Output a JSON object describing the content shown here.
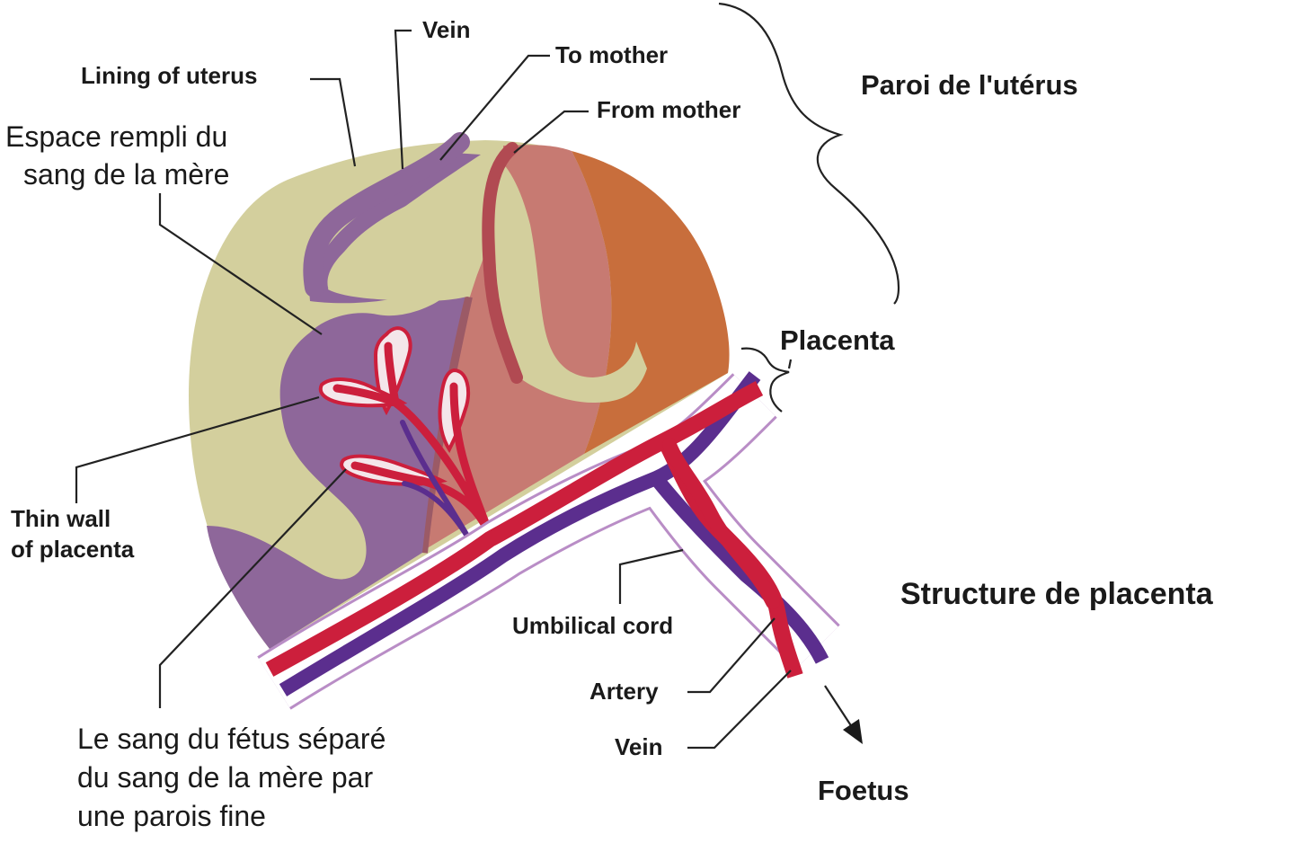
{
  "labels": {
    "vein_top": "Vein",
    "to_mother": "To mother",
    "lining": "Lining of uterus",
    "from_mother": "From mother",
    "paroi": "Paroi de l'utérus",
    "espace_line1": "Espace rempli du",
    "espace_line2": "sang de la mère",
    "placenta": "Placenta",
    "thin_wall_line1": "Thin wall",
    "thin_wall_line2": "of placenta",
    "structure": "Structure de placenta",
    "umbilical": "Umbilical cord",
    "artery": "Artery",
    "vein_bottom": "Vein",
    "foetus": "Foetus",
    "sang_line1": "Le sang du fétus séparé",
    "sang_line2": "du sang de la mère par",
    "sang_line3": "une parois fine"
  },
  "colors": {
    "uterus_lining": "#d3cf9d",
    "maternal_blood_space": "#8e679a",
    "tissue_pink": "#c77a72",
    "tissue_orange": "#c86e3c",
    "artery_red": "#cc1f3c",
    "vein_purple": "#5b2e8e",
    "cord_outline": "#b98dc6"
  }
}
